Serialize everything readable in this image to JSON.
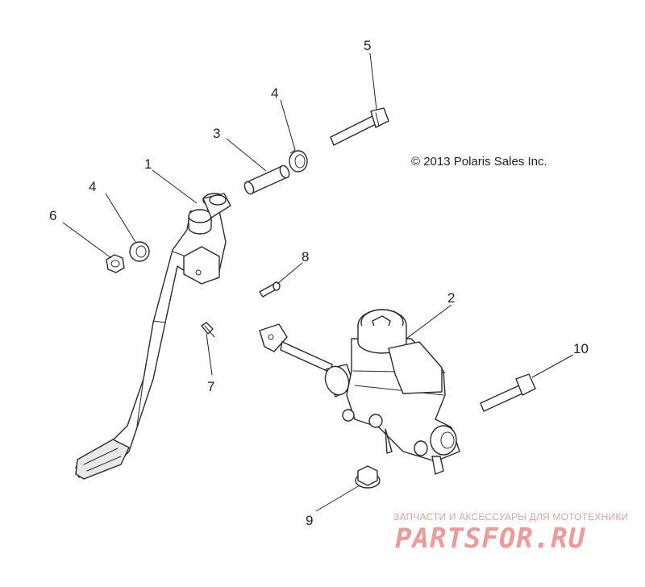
{
  "diagram": {
    "copyright": "© 2013 Polaris Sales Inc.",
    "callouts": {
      "c1": "1",
      "c2": "2",
      "c3": "3",
      "c4a": "4",
      "c4b": "4",
      "c5": "5",
      "c6": "6",
      "c7": "7",
      "c8": "8",
      "c9": "9",
      "c10": "10"
    }
  },
  "watermark": {
    "caption": "ЗАПЧАСТИ И АКСЕССУАРЫ ДЛЯ МОТОТЕХНИКИ",
    "logo": "PARTSFOR.RU"
  },
  "colors": {
    "line": "#2a2a2a",
    "watermark": "#ef9a9a"
  }
}
